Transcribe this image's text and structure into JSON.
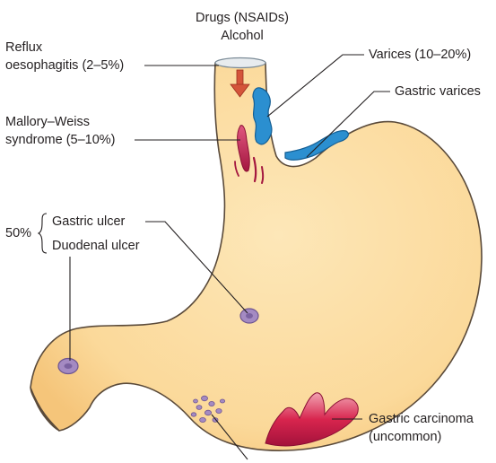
{
  "labels": {
    "drugs_line1": "Drugs (NSAIDs)",
    "drugs_line2": "Alcohol",
    "reflux_line1": "Reflux",
    "reflux_line2": "oesophagitis (2–5%)",
    "varices": "Varices (10–20%)",
    "gastric_varices": "Gastric varices",
    "mallory_line1": "Mallory–Weiss",
    "mallory_line2": "syndrome (5–10%)",
    "percent_50": "50%",
    "gastric_ulcer": "Gastric ulcer",
    "duodenal_ulcer": "Duodenal ulcer",
    "carcinoma_line1": "Gastric carcinoma",
    "carcinoma_line2": "(uncommon)"
  },
  "colors": {
    "stomach_fill": "#fde0a8",
    "stomach_outline": "#5a4a3a",
    "varices": "#2b8fd0",
    "tear": "#c8265a",
    "ulcer": "#a48ac2",
    "carcinoma": "#d8254e",
    "arrow": "#d4543a",
    "leader": "#231f20"
  },
  "icons": {
    "drug_arrow": "down-arrow-icon",
    "erosion_cluster": "erosion-dots-icon"
  }
}
